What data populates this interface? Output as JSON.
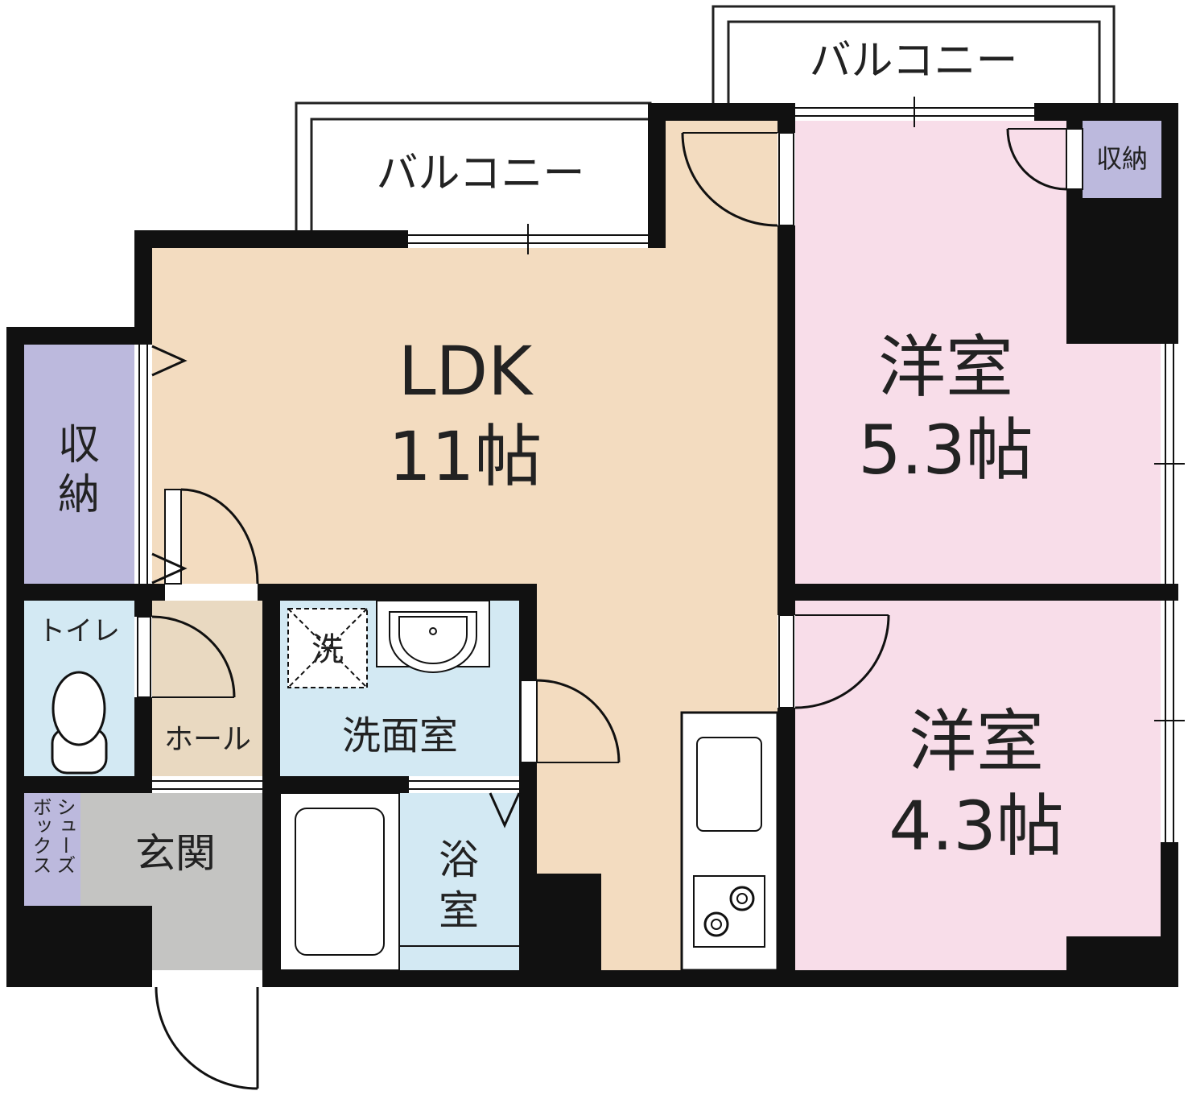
{
  "floor_plan": {
    "colors": {
      "wall": "#111111",
      "ldk": "#f3dcc0",
      "western_room": "#f8dde9",
      "storage": "#bcb9dd",
      "wet_area": "#d3e9f3",
      "hall": "#e9d9c1",
      "entrance": "#c4c4c2",
      "balcony_line": "#222222"
    },
    "rooms": {
      "ldk": {
        "name": "LDK",
        "size": "11帖"
      },
      "western_room_1": {
        "name": "洋室",
        "size": "5.3帖"
      },
      "western_room_2": {
        "name": "洋室",
        "size": "4.3帖"
      },
      "storage_left": {
        "line1": "収",
        "line2": "納"
      },
      "storage_top_right": {
        "label": "収納"
      },
      "toilet": {
        "label": "トイレ"
      },
      "hall": {
        "label": "ホール"
      },
      "washroom": {
        "label": "洗面室"
      },
      "washing_machine": {
        "label": "洗"
      },
      "bathroom": {
        "line1": "浴",
        "line2": "室"
      },
      "entrance": {
        "label": "玄関"
      },
      "shoe_box": {
        "col1": "シューズ",
        "col2": "ボックス"
      }
    },
    "balconies": {
      "left": {
        "label": "バルコニー"
      },
      "right": {
        "label": "バルコニー"
      }
    },
    "fixtures": [
      "washbasin-icon",
      "toilet-icon",
      "bathtub-icon",
      "kitchen-sink-icon",
      "gas-stove-icon"
    ]
  }
}
